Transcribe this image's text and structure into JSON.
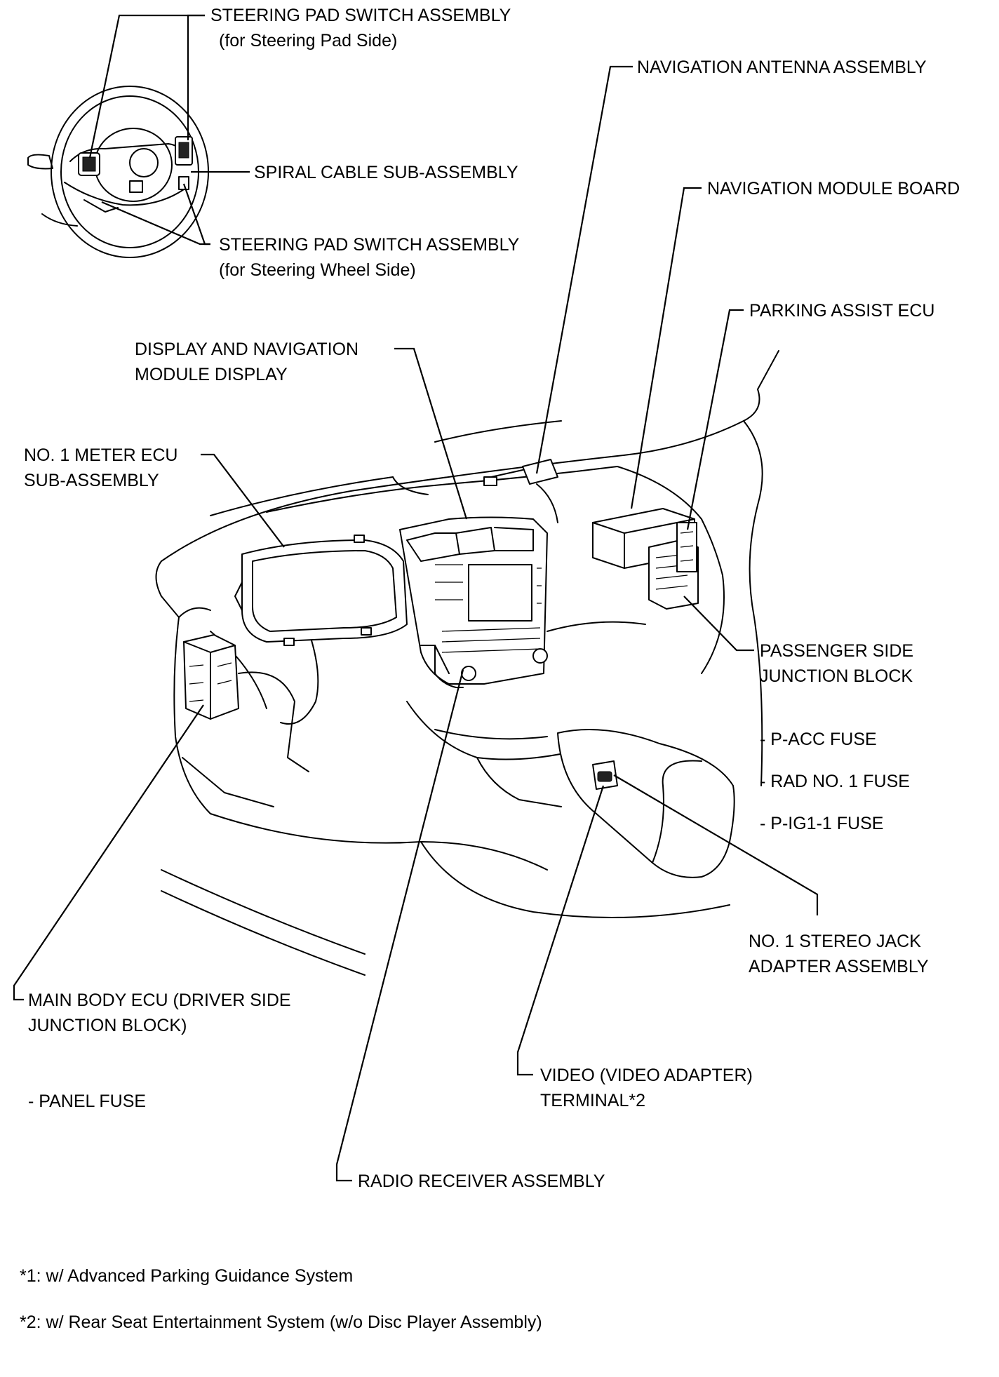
{
  "labels": {
    "steering_pad_switch_pad": "STEERING PAD SWITCH ASSEMBLY",
    "steering_pad_switch_pad_sub": "(for Steering Pad Side)",
    "spiral_cable": "SPIRAL CABLE SUB-ASSEMBLY",
    "steering_pad_switch_wheel": "STEERING PAD SWITCH ASSEMBLY",
    "steering_pad_switch_wheel_sub": "(for Steering Wheel Side)",
    "navigation_antenna": "NAVIGATION ANTENNA ASSEMBLY",
    "navigation_module_board": "NAVIGATION MODULE BOARD",
    "parking_assist_ecu": "PARKING ASSIST ECU",
    "display_nav_line1": "DISPLAY AND NAVIGATION",
    "display_nav_line2": "MODULE DISPLAY",
    "meter_ecu_line1": "NO. 1 METER ECU",
    "meter_ecu_line2": "SUB-ASSEMBLY",
    "passenger_jb_line1": "PASSENGER SIDE",
    "passenger_jb_line2": "JUNCTION BLOCK",
    "fuse_pacc": "- P-ACC FUSE",
    "fuse_rad1": "- RAD NO. 1 FUSE",
    "fuse_pig1": "- P-IG1-1 FUSE",
    "stereo_jack_line1": "NO. 1 STEREO JACK",
    "stereo_jack_line2": "ADAPTER ASSEMBLY",
    "main_body_ecu_line1": "MAIN BODY ECU (DRIVER SIDE",
    "main_body_ecu_line2": "JUNCTION BLOCK)",
    "fuse_panel": "- PANEL FUSE",
    "video_terminal_line1": "VIDEO (VIDEO ADAPTER)",
    "video_terminal_line2": "TERMINAL*2",
    "radio_receiver": "RADIO RECEIVER ASSEMBLY"
  },
  "footnotes": [
    "*1: w/ Advanced Parking Guidance System",
    "*2: w/ Rear Seat Entertainment System (w/o Disc Player Assembly)"
  ]
}
